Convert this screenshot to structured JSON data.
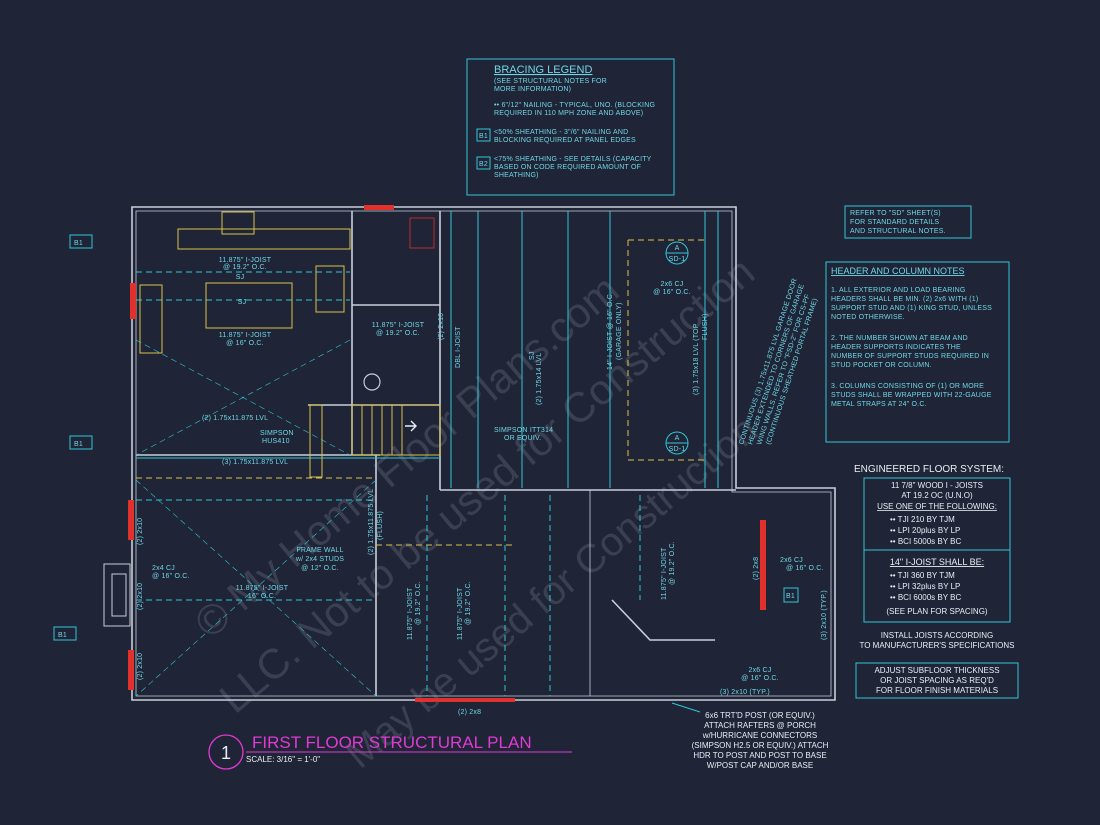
{
  "bracing_legend": {
    "title": "BRACING LEGEND",
    "lines": [
      "(SEE STRUCTURAL NOTES FOR",
      "MORE INFORMATION)"
    ],
    "item1": [
      "•• 6\"/12\" NAILING - TYPICAL, UNO. (BLOCKING",
      "REQUIRED IN 110 MPH ZONE AND ABOVE)"
    ],
    "b1_tag": "B1",
    "b1": [
      "<50% SHEATHING - 3\"/6\" NAILING AND",
      "BLOCKING REQUIRED AT PANEL EDGES"
    ],
    "b2_tag": "B2",
    "b2": [
      "<75% SHEATHING - SEE DETAILS (CAPACITY",
      "BASED ON CODE REQUIRED AMOUNT OF",
      "SHEATHING)"
    ]
  },
  "refer_note": [
    "REFER TO \"SD\" SHEET(S)",
    "FOR STANDARD DETAILS",
    "AND STRUCTURAL NOTES."
  ],
  "header_notes": {
    "title": "HEADER AND COLUMN NOTES",
    "n1": [
      "1. ALL EXTERIOR AND LOAD BEARING",
      "HEADERS SHALL BE MIN. (2) 2x6 WITH (1)",
      "SUPPORT STUD AND (1) KING STUD, UNLESS",
      "NOTED OTHERWISE."
    ],
    "n2": [
      "2. THE NUMBER SHOWN AT BEAM AND",
      "HEADER SUPPORTS INDICATES THE",
      "NUMBER OF SUPPORT STUDS REQUIRED IN",
      "STUD POCKET OR COLUMN."
    ],
    "n3": [
      "3. COLUMNS CONSISTING OF (1) OR MORE",
      "STUDS SHALL BE WRAPPED WITH 22-GAUGE",
      "METAL STRAPS AT 24\" O.C."
    ]
  },
  "floor_system": {
    "title": "ENGINEERED FLOOR SYSTEM:",
    "l1": "11 7/8\" WOOD I - JOISTS",
    "l2": "AT 19.2 OC (U.N.O)",
    "l3": "USE ONE OF THE FOLLOWING:",
    "l4": "•• TJI 210 BY TJM",
    "l5": "•• LPI 20plus BY LP",
    "l6": "•• BCI 5000s BY BC",
    "h2": "14\" I-JOIST SHALL BE:",
    "l7": "•• TJI 360 BY TJM",
    "l8": "•• LPI 32plus BY LP",
    "l9": "•• BCI 6000s BY BC",
    "l10": "(SEE PLAN FOR SPACING)"
  },
  "install_note": [
    "INSTALL JOISTS ACCORDING",
    "TO MANUFACTURER'S SPECIFICATIONS"
  ],
  "subfloor_note": [
    "ADJUST SUBFLOOR THICKNESS",
    "OR JOIST SPACING AS REQ'D",
    "FOR FLOOR FINISH MATERIALS"
  ],
  "post_note": [
    "6x6 TRT'D POST (OR EQUIV.)",
    "ATTACH RAFTERS @ PORCH",
    "w/HURRICANE CONNECTORS",
    "(SIMPSON H2.5 OR EQUIV.) ATTACH",
    "HDR TO POST AND POST TO BASE",
    "W/POST CAP AND/OR BASE"
  ],
  "plan": {
    "number": "1",
    "title": "FIRST FLOOR STRUCTURAL PLAN",
    "scale": "SCALE: 3/16\" = 1'-0\""
  },
  "labels": {
    "j1": "11.875\" I-JOIST",
    "j1s": "@ 19.2\" O.C.",
    "sj": "SJ",
    "j2": "11.875\" I-JOIST",
    "j2s": "@ 16\" O.C.",
    "j3": "11.875\" I-JOIST",
    "j3s": "@ 19.2\" O.C.",
    "two_2x10": "(2) 2x10",
    "dbl": "DBL I-JOIST",
    "lvl_175": "(2) 1.75x14 LVL",
    "garage_joist": "14\" I-JOIST @ 16\" O.C.",
    "garage_only": "(GARAGE ONLY)",
    "lvl_top": "(3) 1.75x18 LVL (TOP",
    "flush": "FLUSH)",
    "garage_door": [
      "CONTINUOUS (3) 1.75x11.875 LVL GARAGE DOOR",
      "HEADER EXTENDED TO CORNERS OF GARAGE",
      "WING WALLS. REFER TO \"FSD-2\" FOR CS-PF",
      "(CONTINUOUS SHEATHED PORTAL FRAME)"
    ],
    "cj_216": "2x6 CJ",
    "cj_216s": "@ 16\" O.C.",
    "sd_a": "A",
    "sd_ref": "SD-1",
    "lvl_2_175": "(2) 1.75x11.875 LVL",
    "simpson_hu": "SIMPSON",
    "hu": "HUS410",
    "lvl_3_175": "(3) 1.75x11.875 LVL",
    "simpson_itt": "SIMPSON ITT314",
    "itt_eq": "OR EQUIV.",
    "lvl_v": "(2) 1.75x11.875 LVL",
    "lvl_vflush": "(FLUSH)",
    "frame_wall": [
      "FRAME WALL",
      "w/ 2x4 STUDS",
      "@ 12\" O.C."
    ],
    "cj_24": "2x4 CJ",
    "cj_24s": "@ 16\" O.C.",
    "j4": "11.875\" I-JOIST",
    "j4s": "16\" O.C.",
    "j5": "11.875\" I-JOIST",
    "j5s": "@ 19.2\" O.C.",
    "j6": "11.875\" I-JOIST",
    "j6s": "@ 19.2\" O.C.",
    "j7": "11.875\" I-JOIST",
    "j7s": "@ 19.2\" O.C.",
    "two_2x8": "(2) 2x8",
    "cj_26": "2x6 CJ",
    "cj_26s": "@ 16\" O.C.",
    "cj_26b": "2x6 CJ",
    "cj_26bs": "@ 16\" O.C.",
    "three_2x10": "(3) 2x10 (TYP.)",
    "three_2x10b": "(3) 2x10 (TYP.)",
    "two_2x8b": "(2) 2x8",
    "two_2x10b": "(2) 2x10",
    "b1": "B1"
  },
  "watermark": [
    "© My Home Floor Plans.com",
    "LLC. Not to be used for Construction",
    "May be used for Construction"
  ],
  "colors": {
    "background": "#1f2437",
    "cyan": "#2fc6d6",
    "magenta": "#e13ad2",
    "red": "#e0312c",
    "yellow": "#d8c24a"
  }
}
